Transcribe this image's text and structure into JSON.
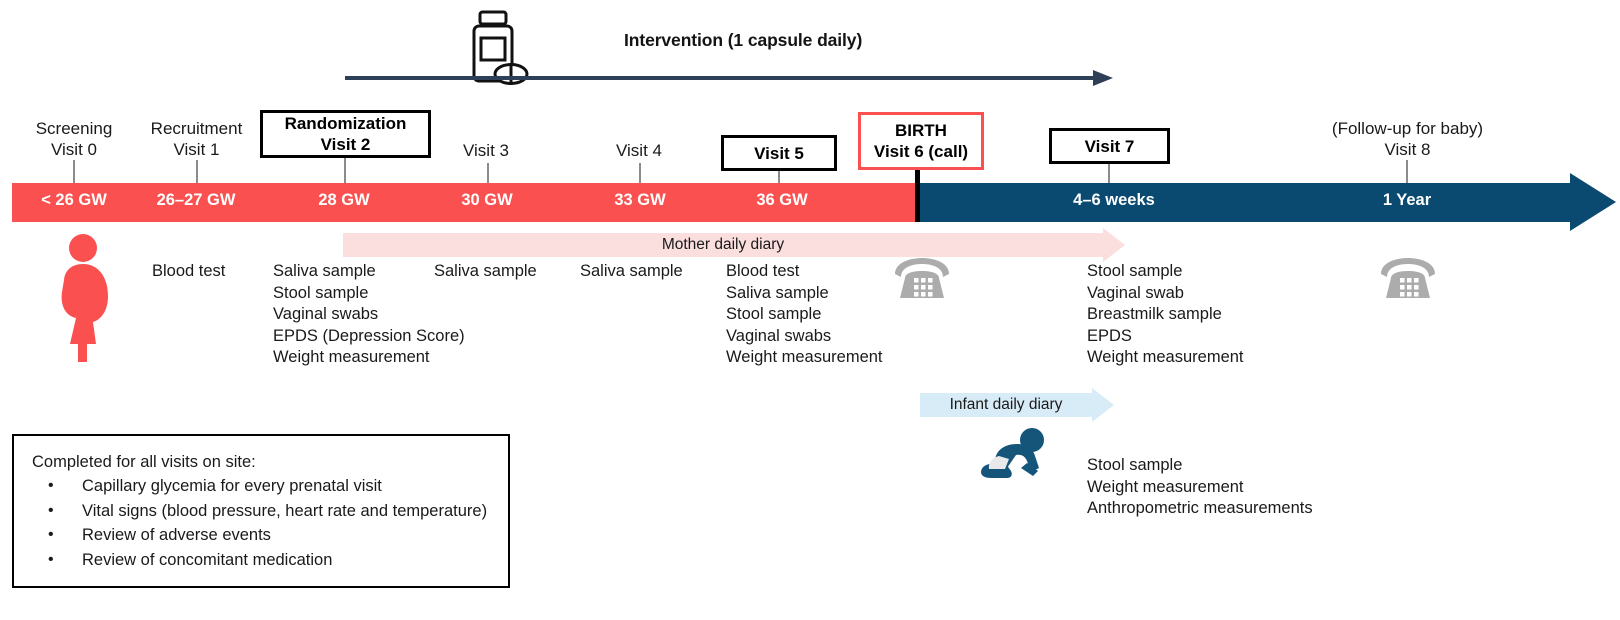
{
  "intervention": {
    "label": "Intervention (1 capsule daily)",
    "icon": "pill-bottle-icon"
  },
  "timeline": {
    "pre_birth_color": "#FA5050",
    "post_birth_color": "#0A4A70",
    "visits": [
      {
        "line1": "Screening",
        "line2": "Visit 0",
        "ga": "< 26 GW",
        "boxed": false,
        "boxed_style": "none"
      },
      {
        "line1": "Recruitment",
        "line2": "Visit 1",
        "ga": "26–27 GW",
        "boxed": false,
        "boxed_style": "none"
      },
      {
        "line1": "Randomization",
        "line2": "Visit 2",
        "ga": "28 GW",
        "boxed": true,
        "boxed_style": "black"
      },
      {
        "line1": "",
        "line2": "Visit 3",
        "ga": "30 GW",
        "boxed": false,
        "boxed_style": "none"
      },
      {
        "line1": "",
        "line2": "Visit 4",
        "ga": "33 GW",
        "boxed": false,
        "boxed_style": "none"
      },
      {
        "line1": "",
        "line2": "Visit 5",
        "ga": "36 GW",
        "boxed": true,
        "boxed_style": "black"
      },
      {
        "line1": "BIRTH",
        "line2": "Visit 6 (call)",
        "ga": "",
        "boxed": true,
        "boxed_style": "red"
      },
      {
        "line1": "",
        "line2": "Visit 7",
        "ga": "4–6 weeks",
        "boxed": true,
        "boxed_style": "black"
      },
      {
        "line1": "(Follow-up for baby)",
        "line2": "Visit 8",
        "ga": "1 Year",
        "boxed": false,
        "boxed_style": "none"
      }
    ]
  },
  "diaries": {
    "mother": {
      "label": "Mother daily diary",
      "color": "#FBDEDE"
    },
    "infant": {
      "label": "Infant daily diary",
      "color": "#D8ECF8"
    }
  },
  "procedures": {
    "visit1": [
      "Blood test"
    ],
    "visit2": [
      "Saliva sample",
      "Stool sample",
      "Vaginal swabs",
      "EPDS (Depression Score)",
      "Weight measurement"
    ],
    "visit3": [
      "Saliva sample"
    ],
    "visit4": [
      "Saliva sample"
    ],
    "visit5": [
      "Blood test",
      "Saliva sample",
      "Stool sample",
      "Vaginal swabs",
      "Weight measurement"
    ],
    "visit7": [
      "Stool sample",
      "Vaginal swab",
      "Breastmilk sample",
      "EPDS",
      "Weight measurement"
    ],
    "infant": [
      "Stool sample",
      "Weight measurement",
      "Anthropometric measurements"
    ]
  },
  "footnote": {
    "title": "Completed for all visits on site:",
    "items": [
      "Capillary glycemia for every prenatal visit",
      "Vital signs (blood pressure, heart rate and temperature)",
      "Review of adverse events",
      "Review of concomitant medication"
    ]
  },
  "icons": {
    "pregnant": "pregnant-woman-icon",
    "baby": "crawling-baby-icon",
    "phone": "telephone-icon"
  }
}
